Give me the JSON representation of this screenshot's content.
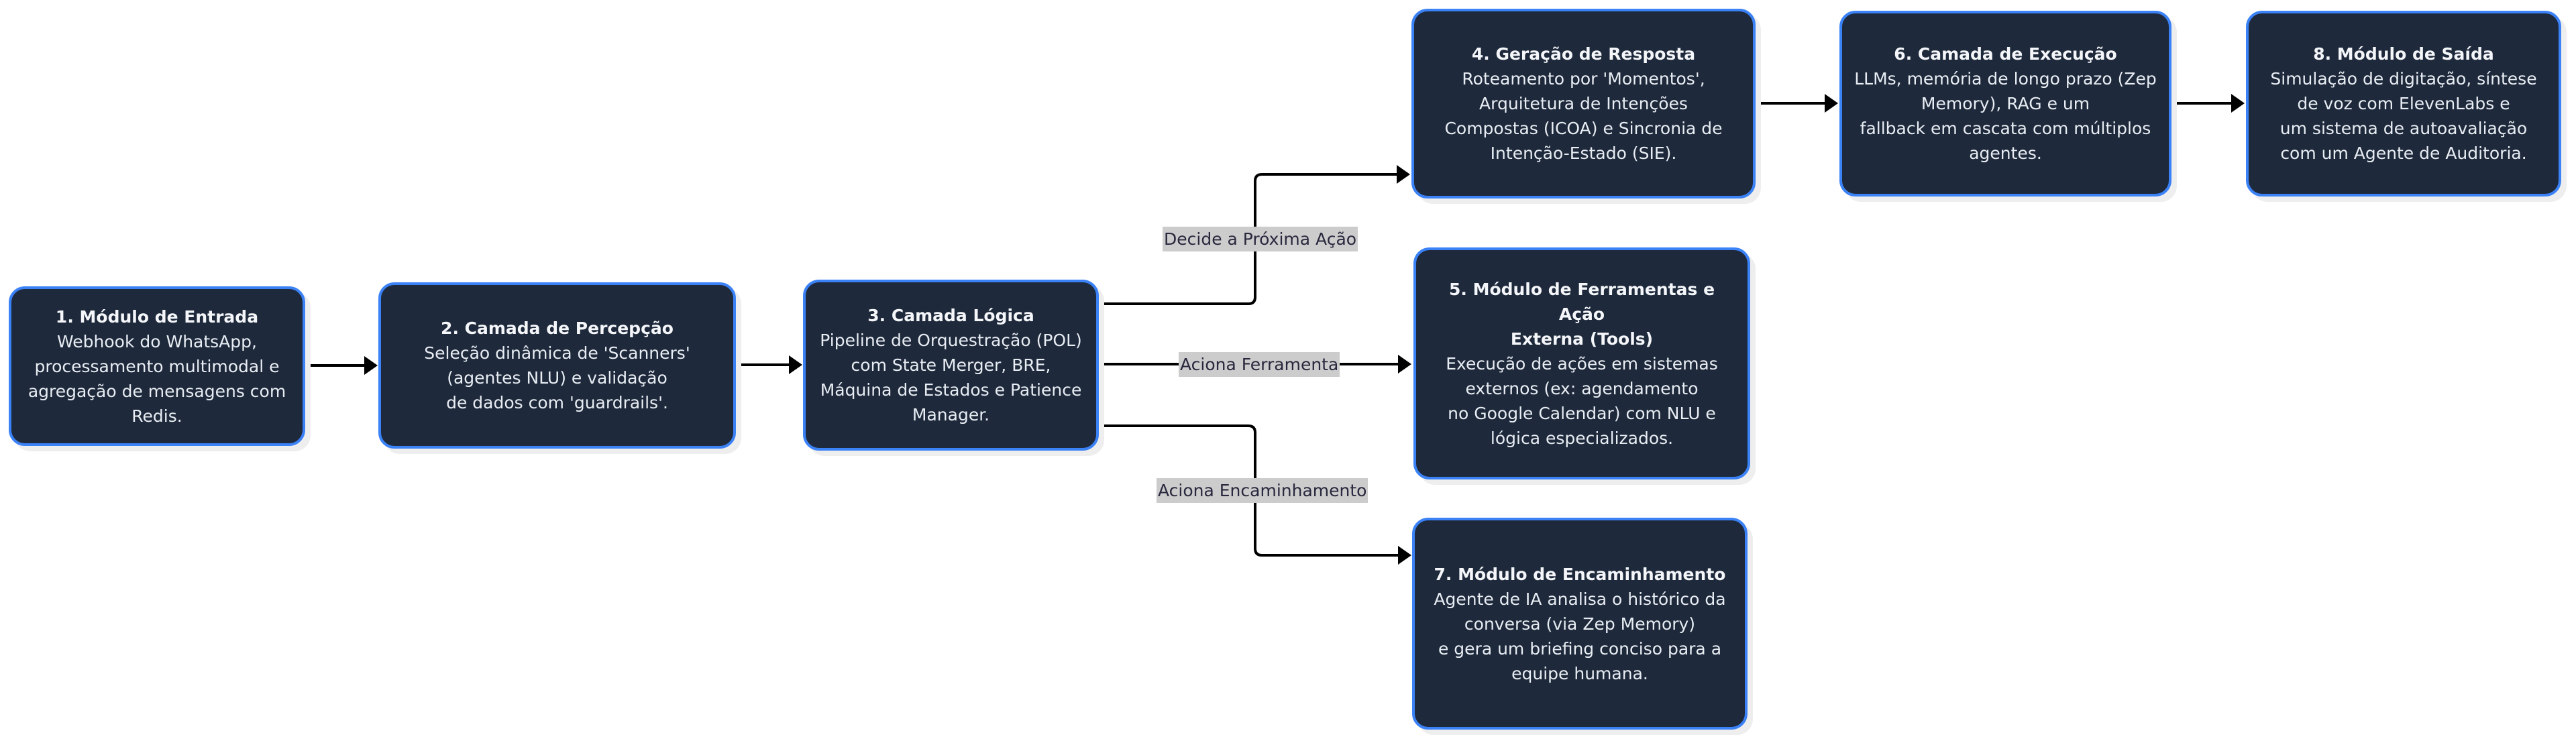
{
  "diagram": {
    "colors": {
      "node_fill": "#1e293b",
      "node_border": "#3b82f6",
      "edge": "#000000",
      "label_bg": "#cccccc"
    },
    "nodes": [
      {
        "id": "n1",
        "title": "1. Módulo de Entrada",
        "lines": [
          "Webhook do WhatsApp,",
          "processamento multimodal e",
          "agregação de mensagens com",
          "Redis."
        ]
      },
      {
        "id": "n2",
        "title": "2. Camada de Percepção",
        "lines": [
          "Seleção dinâmica de 'Scanners'",
          "(agentes NLU) e validação",
          "de dados com 'guardrails'."
        ]
      },
      {
        "id": "n3",
        "title": "3. Camada Lógica",
        "lines": [
          "Pipeline de Orquestração (POL)",
          "com State Merger, BRE,",
          "Máquina de Estados e Patience",
          "Manager."
        ]
      },
      {
        "id": "n4",
        "title": "4. Geração de Resposta",
        "lines": [
          "Roteamento por 'Momentos',",
          "Arquitetura de Intenções",
          "Compostas (ICOA) e Sincronia de",
          "Intenção-Estado (SIE)."
        ]
      },
      {
        "id": "n5",
        "title": "5. Módulo de Ferramentas e Ação Externa (Tools)",
        "title_lines": [
          "5. Módulo de Ferramentas e Ação",
          "Externa (Tools)"
        ],
        "lines": [
          "Execução de ações em sistemas",
          "externos (ex: agendamento",
          "no Google Calendar) com NLU e",
          "lógica especializados."
        ]
      },
      {
        "id": "n6",
        "title": "6. Camada de Execução",
        "lines": [
          "LLMs, memória de longo prazo (Zep",
          "Memory), RAG e um",
          "fallback em cascata com múltiplos",
          "agentes."
        ]
      },
      {
        "id": "n7",
        "title": "7. Módulo de Encaminhamento",
        "lines": [
          "Agente de IA analisa o histórico da",
          "conversa (via Zep Memory)",
          "e gera um briefing conciso para a",
          "equipe humana."
        ]
      },
      {
        "id": "n8",
        "title": "8. Módulo de Saída",
        "lines": [
          "Simulação de digitação, síntese",
          "de voz com ElevenLabs e",
          "um sistema de autoavaliação",
          "com um Agente de Auditoria."
        ]
      }
    ],
    "edges": [
      {
        "from": "n1",
        "to": "n2",
        "label": ""
      },
      {
        "from": "n2",
        "to": "n3",
        "label": ""
      },
      {
        "from": "n3",
        "to": "n4",
        "label": "Decide a Próxima Ação"
      },
      {
        "from": "n3",
        "to": "n5",
        "label": "Aciona Ferramenta"
      },
      {
        "from": "n3",
        "to": "n7",
        "label": "Aciona Encaminhamento"
      },
      {
        "from": "n4",
        "to": "n6",
        "label": ""
      },
      {
        "from": "n6",
        "to": "n8",
        "label": ""
      }
    ]
  }
}
